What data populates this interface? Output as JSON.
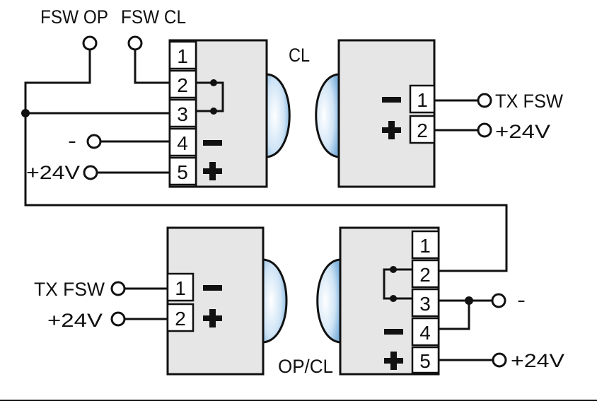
{
  "labels": {
    "fsw_op": "FSW OP",
    "fsw_cl": "FSW CL",
    "cl": "CL",
    "op_cl": "OP/CL",
    "tx_fsw_top": "TX FSW",
    "plus24_top_right": "+24V",
    "minus_top_left": "-",
    "plus24_top_left": "+24V",
    "tx_fsw_bottom": "TX FSW",
    "plus24_bottom_left": "+24V",
    "minus_bottom_right": "-",
    "plus24_bottom_right": "+24V"
  },
  "rx_top_terminals": [
    "1",
    "2",
    "3",
    "4",
    "5"
  ],
  "tx_top_terminals": [
    "1",
    "2"
  ],
  "tx_bottom_terminals": [
    "1",
    "2"
  ],
  "rx_bottom_terminals": [
    "1",
    "2",
    "3",
    "4",
    "5"
  ],
  "colors": {
    "housing": "#e6e6e6",
    "lens": "#a9d0ee",
    "wire": "#111111"
  }
}
